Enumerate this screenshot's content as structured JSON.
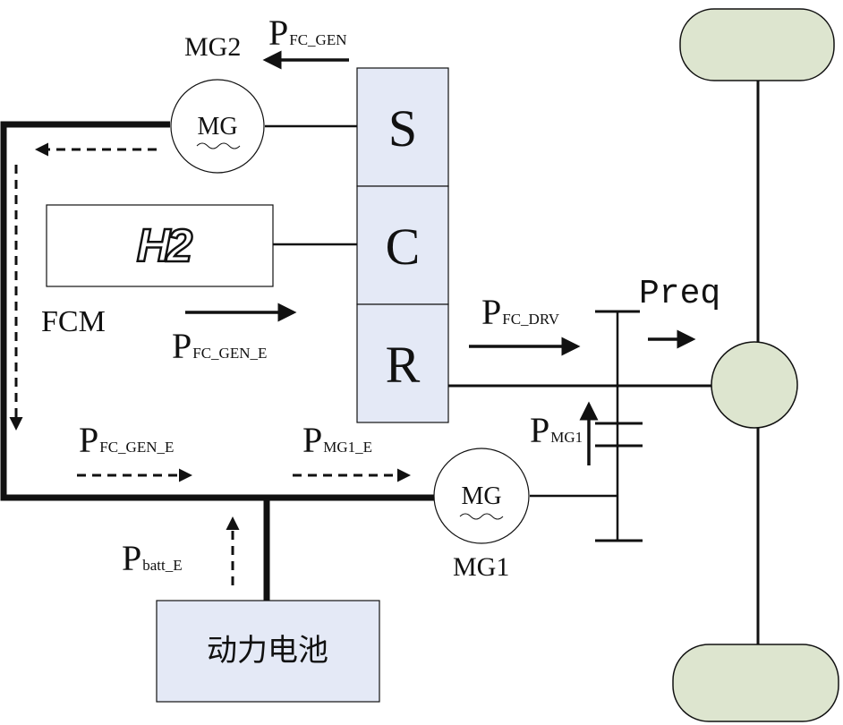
{
  "gearset": {
    "sun_label": "S",
    "carrier_label": "C",
    "ring_label": "R"
  },
  "mg2": {
    "name": "MG2",
    "symbol": "MG"
  },
  "mg1": {
    "name": "MG1",
    "symbol": "MG"
  },
  "fcm": {
    "logo": "H2",
    "name": "FCM"
  },
  "battery": {
    "label": "动力电池"
  },
  "preq": {
    "label": "Preq"
  },
  "powers": {
    "fc_gen": {
      "main": "P",
      "sub": "FC_GEN"
    },
    "fc_gen_e_top": {
      "main": "P",
      "sub": "FC_GEN_E"
    },
    "fc_drv": {
      "main": "P",
      "sub": "FC_DRV"
    },
    "mg1_mech": {
      "main": "P",
      "sub": "MG1"
    },
    "fc_gen_e_bus": {
      "main": "P",
      "sub": "FC_GEN_E"
    },
    "mg1_e": {
      "main": "P",
      "sub": "MG1_E"
    },
    "batt_e": {
      "main": "P",
      "sub": "batt_E"
    }
  },
  "colors": {
    "gearset_fill": "#e4e9f6",
    "battery_fill": "#e4e9f6",
    "wheel_fill": "#dde5cf",
    "line": "#111111"
  }
}
